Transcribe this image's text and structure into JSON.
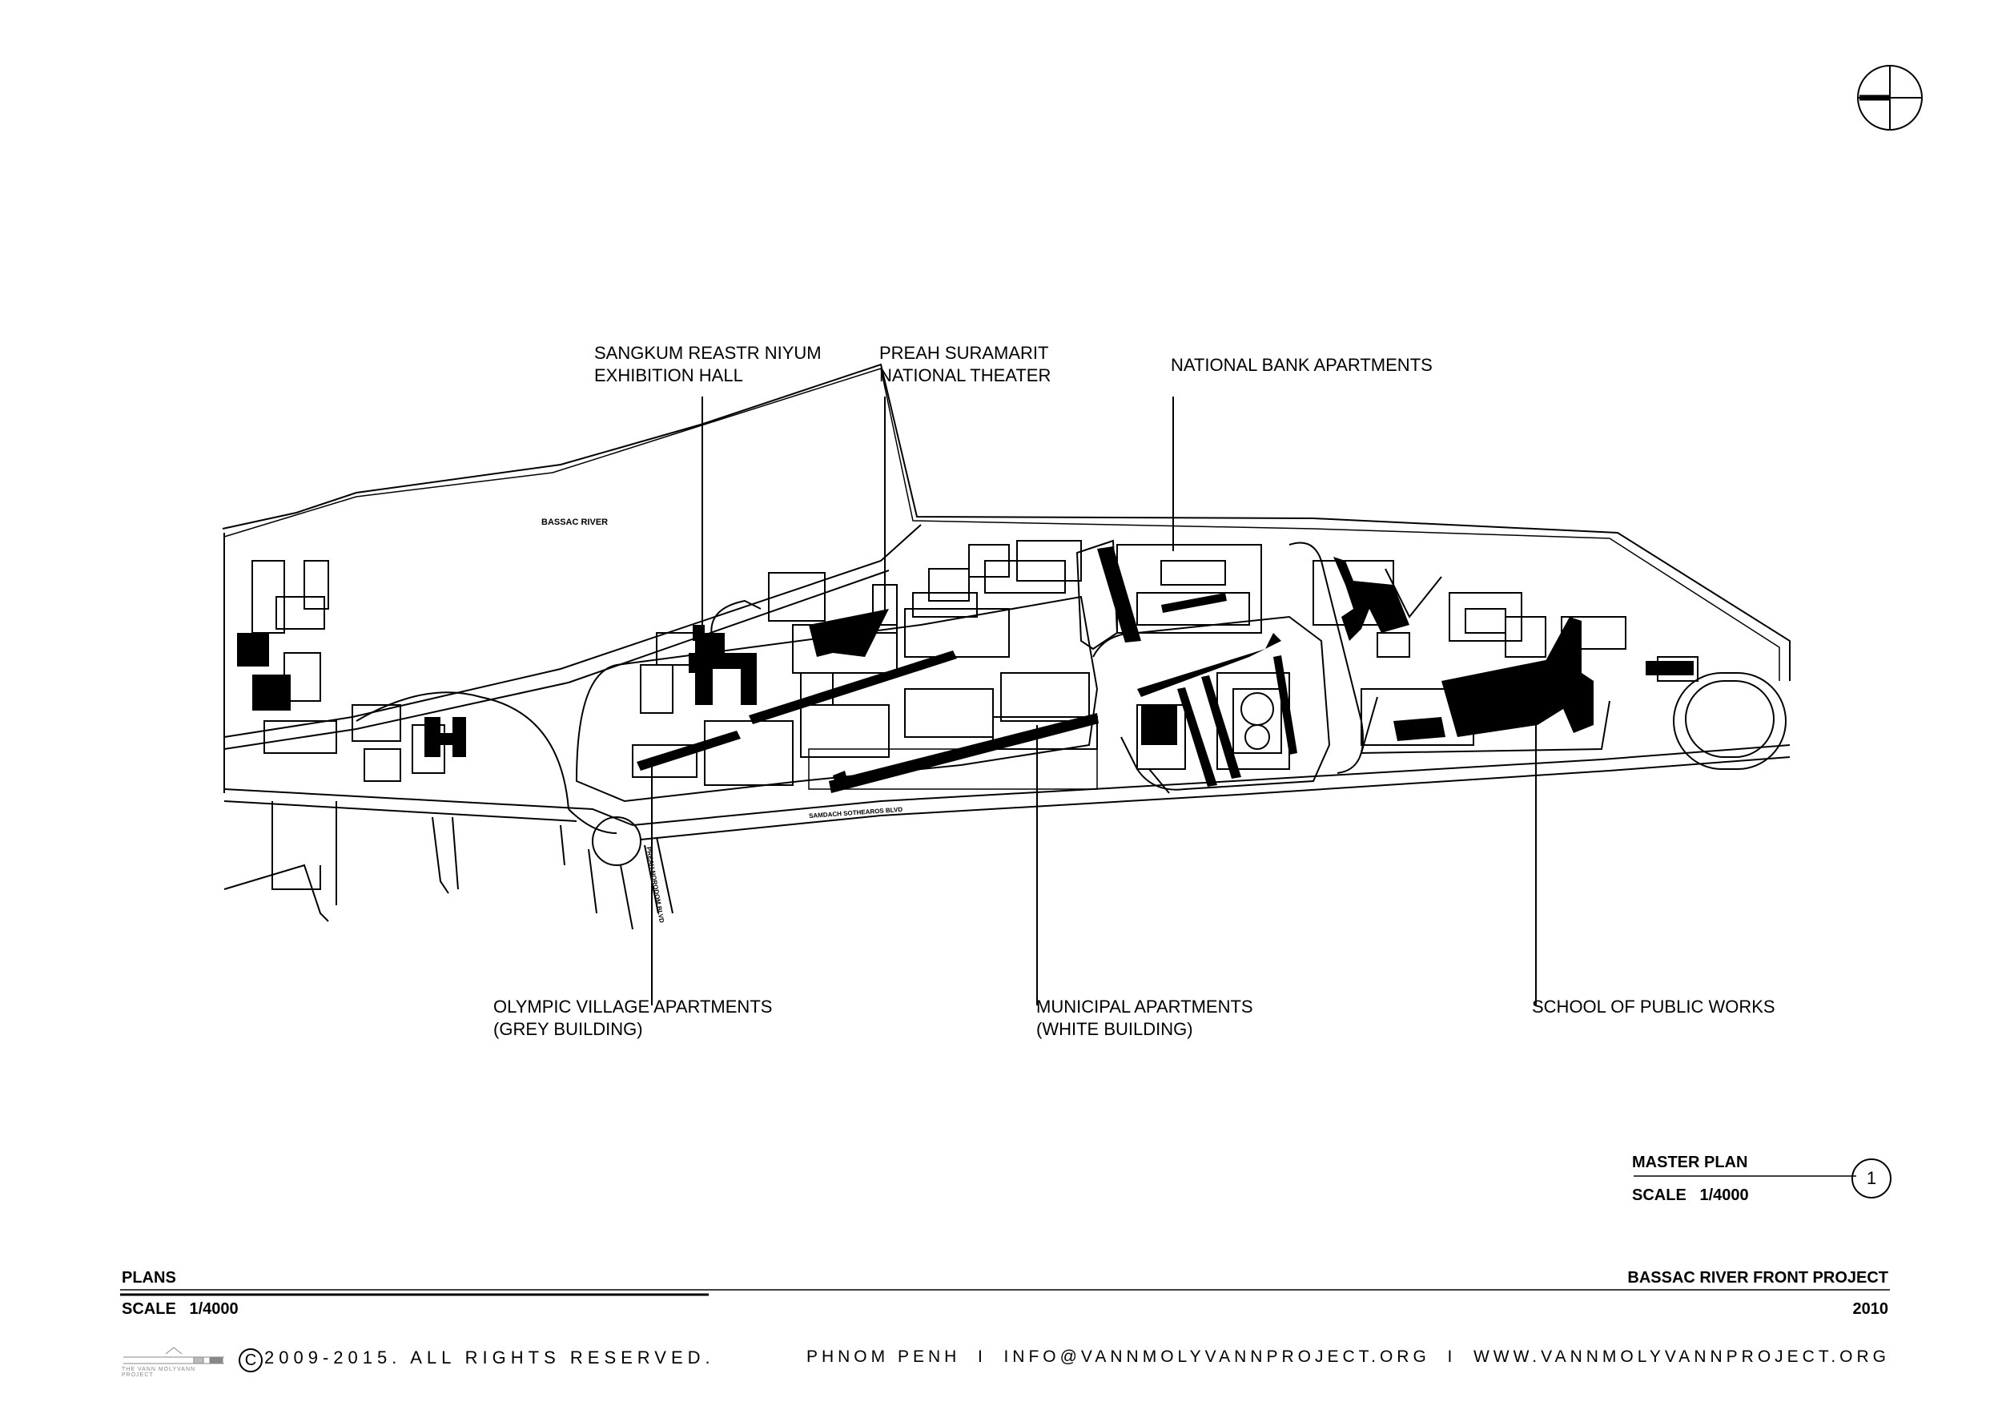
{
  "plan": {
    "river_label": "BASSAC RIVER",
    "street_label_1": "SAMDACH SOTHEAROS BLVD",
    "street_label_2": "PREAH NORODOM BLVD"
  },
  "callouts": {
    "exhibition_hall": [
      "SANGKUM REASTR NIYUM",
      "EXHIBITION HALL"
    ],
    "national_theater": [
      "PREAH SURAMARIT",
      "NATIONAL THEATER"
    ],
    "national_bank": "NATIONAL BANK APARTMENTS",
    "olympic_village": [
      "OLYMPIC VILLAGE APARTMENTS",
      "(GREY BUILDING)"
    ],
    "municipal": [
      "MUNICIPAL APARTMENTS",
      "(WHITE BUILDING)"
    ],
    "school": "SCHOOL OF PUBLIC WORKS"
  },
  "title_block": {
    "drawing_title": "MASTER PLAN",
    "drawing_scale": "SCALE   1/4000",
    "drawing_number": "1",
    "sheet_left_title": "PLANS",
    "sheet_left_scale": "SCALE   1/4000",
    "sheet_right_title": "BASSAC RIVER FRONT PROJECT",
    "sheet_right_year": "2010"
  },
  "footer": {
    "copyright": "2009-2015. ALL RIGHTS RESERVED.",
    "copyright_symbol": "C",
    "contact": "PHNOM PENH  I  INFO@VANNMOLYVANNPROJECT.ORG  I  WWW.VANNMOLYVANNPROJECT.ORG",
    "logo_text": "THE VANN MOLYVANN PROJECT"
  },
  "colors": {
    "ink": "#000000",
    "paper": "#ffffff"
  }
}
